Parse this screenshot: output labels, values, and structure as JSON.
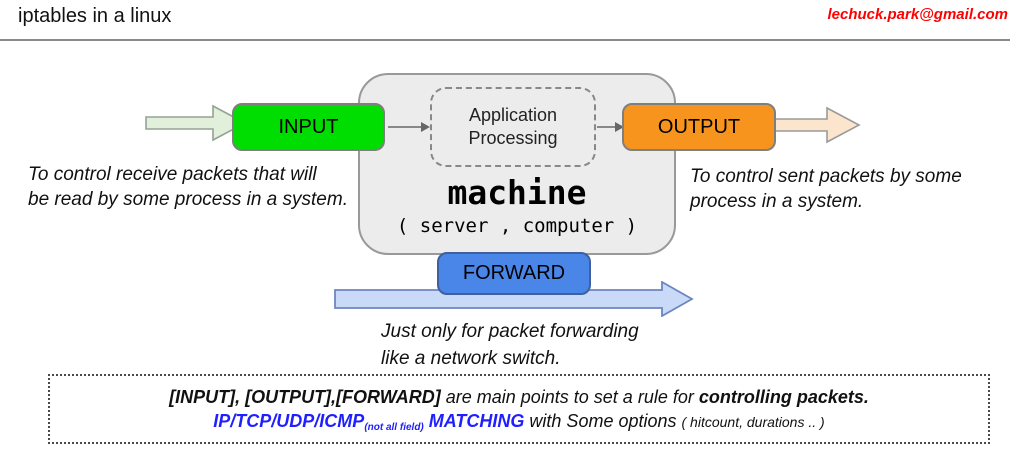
{
  "header": {
    "title": "iptables in a linux",
    "email": "lechuck.park@gmail.com"
  },
  "diagram": {
    "input": {
      "label": "INPUT"
    },
    "output": {
      "label": "OUTPUT"
    },
    "forward": {
      "label": "FORWARD"
    },
    "app_processing": {
      "line1": "Application",
      "line2": "Processing"
    },
    "machine": {
      "label": "machine",
      "sub": "( server , computer )"
    },
    "captions": {
      "input_l1": "To control receive packets that will",
      "input_l2": "be read by some process in a system.",
      "output_l1": "To control sent packets by some",
      "output_l2": "process in a system.",
      "forward_l1": "Just only for packet forwarding",
      "forward_l2": "like a network switch."
    }
  },
  "note": {
    "line1": {
      "bold1": "[INPUT], [OUTPUT],[FORWARD]",
      "regular": " are main points to set a rule for ",
      "bold2": "controlling packets."
    },
    "line2": {
      "blue1": "IP/TCP/UDP/ICMP",
      "blue_small": "(not all field)",
      "blue2": " MATCHING",
      "regular": " with Some options ",
      "small": "( hitcount, durations .. )"
    }
  },
  "colors": {
    "input_green": "#00dd00",
    "output_orange": "#f7941e",
    "forward_blue": "#4a86e8",
    "machine_gray": "#ececec",
    "arrow_green": "#e2efda",
    "arrow_peach": "#fce5cd",
    "arrow_blue": "#c9daf8",
    "email_red": "#ff0000",
    "note_blue": "#1f1fff"
  }
}
